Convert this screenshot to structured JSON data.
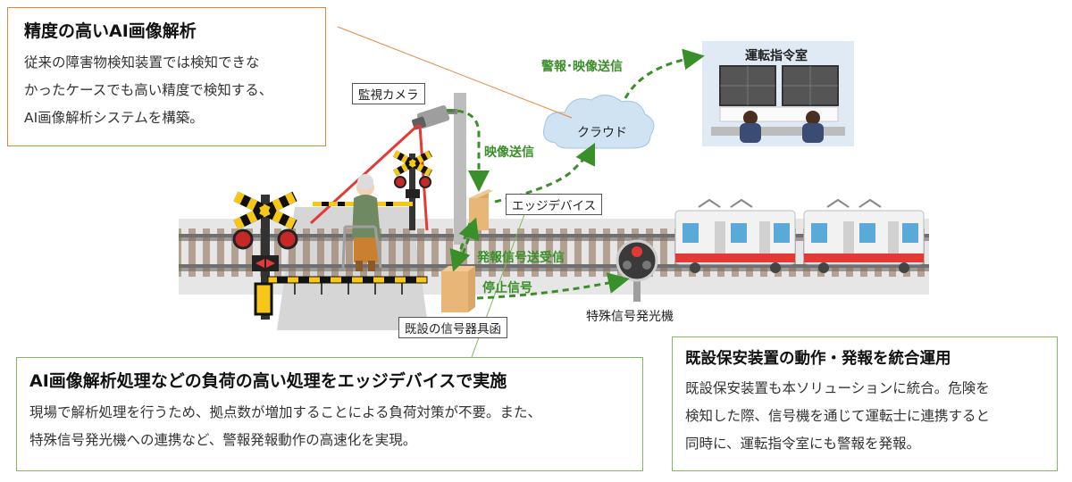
{
  "boxes": {
    "ai": {
      "title": "精度の高いAI画像解析",
      "lines": [
        "従来の障害物検知装置では検知できな",
        "かったケースでも高い精度で検知する、",
        "AI画像解析システムを構築。"
      ]
    },
    "edge": {
      "title": "AI画像解析処理などの負荷の高い処理をエッジデバイスで実施",
      "lines": [
        "現場で解析処理を行うため、拠点数が増加することによる負荷対策が不要。また、",
        "特殊信号発光機への連携など、警報発報動作の高速化を実現。"
      ]
    },
    "ops": {
      "title": "既設保安装置の動作・発報を統合運用",
      "lines": [
        "既設保安装置も本ソリューションに統合。危険を",
        "検知した際、信号機を通じて運転士に連携すると",
        "同時に、運転指令室にも警報を発報。"
      ]
    }
  },
  "labels": {
    "camera": "監視カメラ",
    "cloud": "クラウド",
    "control_room": "運転指令室",
    "edge_device": "エッジデバイス",
    "signal_box": "既設の信号器具函",
    "special_signal": "特殊信号発光機"
  },
  "flows": {
    "alert_video": "警報･映像送信",
    "video": "映像送信",
    "signal_txrx": "発報信号送受信",
    "stop": "停止信号"
  },
  "colors": {
    "orange_border": "#e8843a",
    "green_border": "#7fba5a",
    "flow_green": "#3a8f2a",
    "train_red": "#e53935"
  }
}
